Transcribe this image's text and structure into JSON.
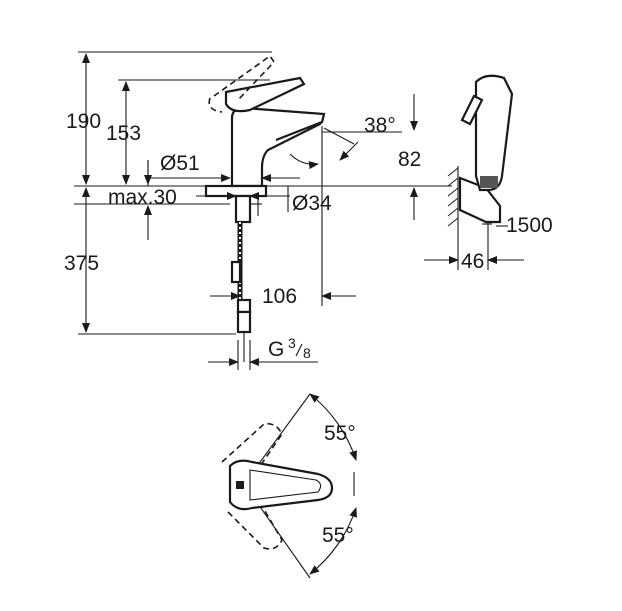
{
  "dimensions": {
    "height_total": "190",
    "height_spout": "153",
    "spout_angle": "38°",
    "spout_diameter": "Ø51",
    "spout_height": "82",
    "deck_thickness": "max.30",
    "hole_diameter": "Ø34",
    "hose_length": "375",
    "projection": "106",
    "thread": "G",
    "thread_num": "3",
    "thread_den": "8",
    "shower_hose": "1500",
    "shower_width": "46",
    "rotation_top": "55°",
    "rotation_bottom": "55°"
  },
  "colors": {
    "line": "#1a1a1a",
    "background": "#ffffff"
  }
}
